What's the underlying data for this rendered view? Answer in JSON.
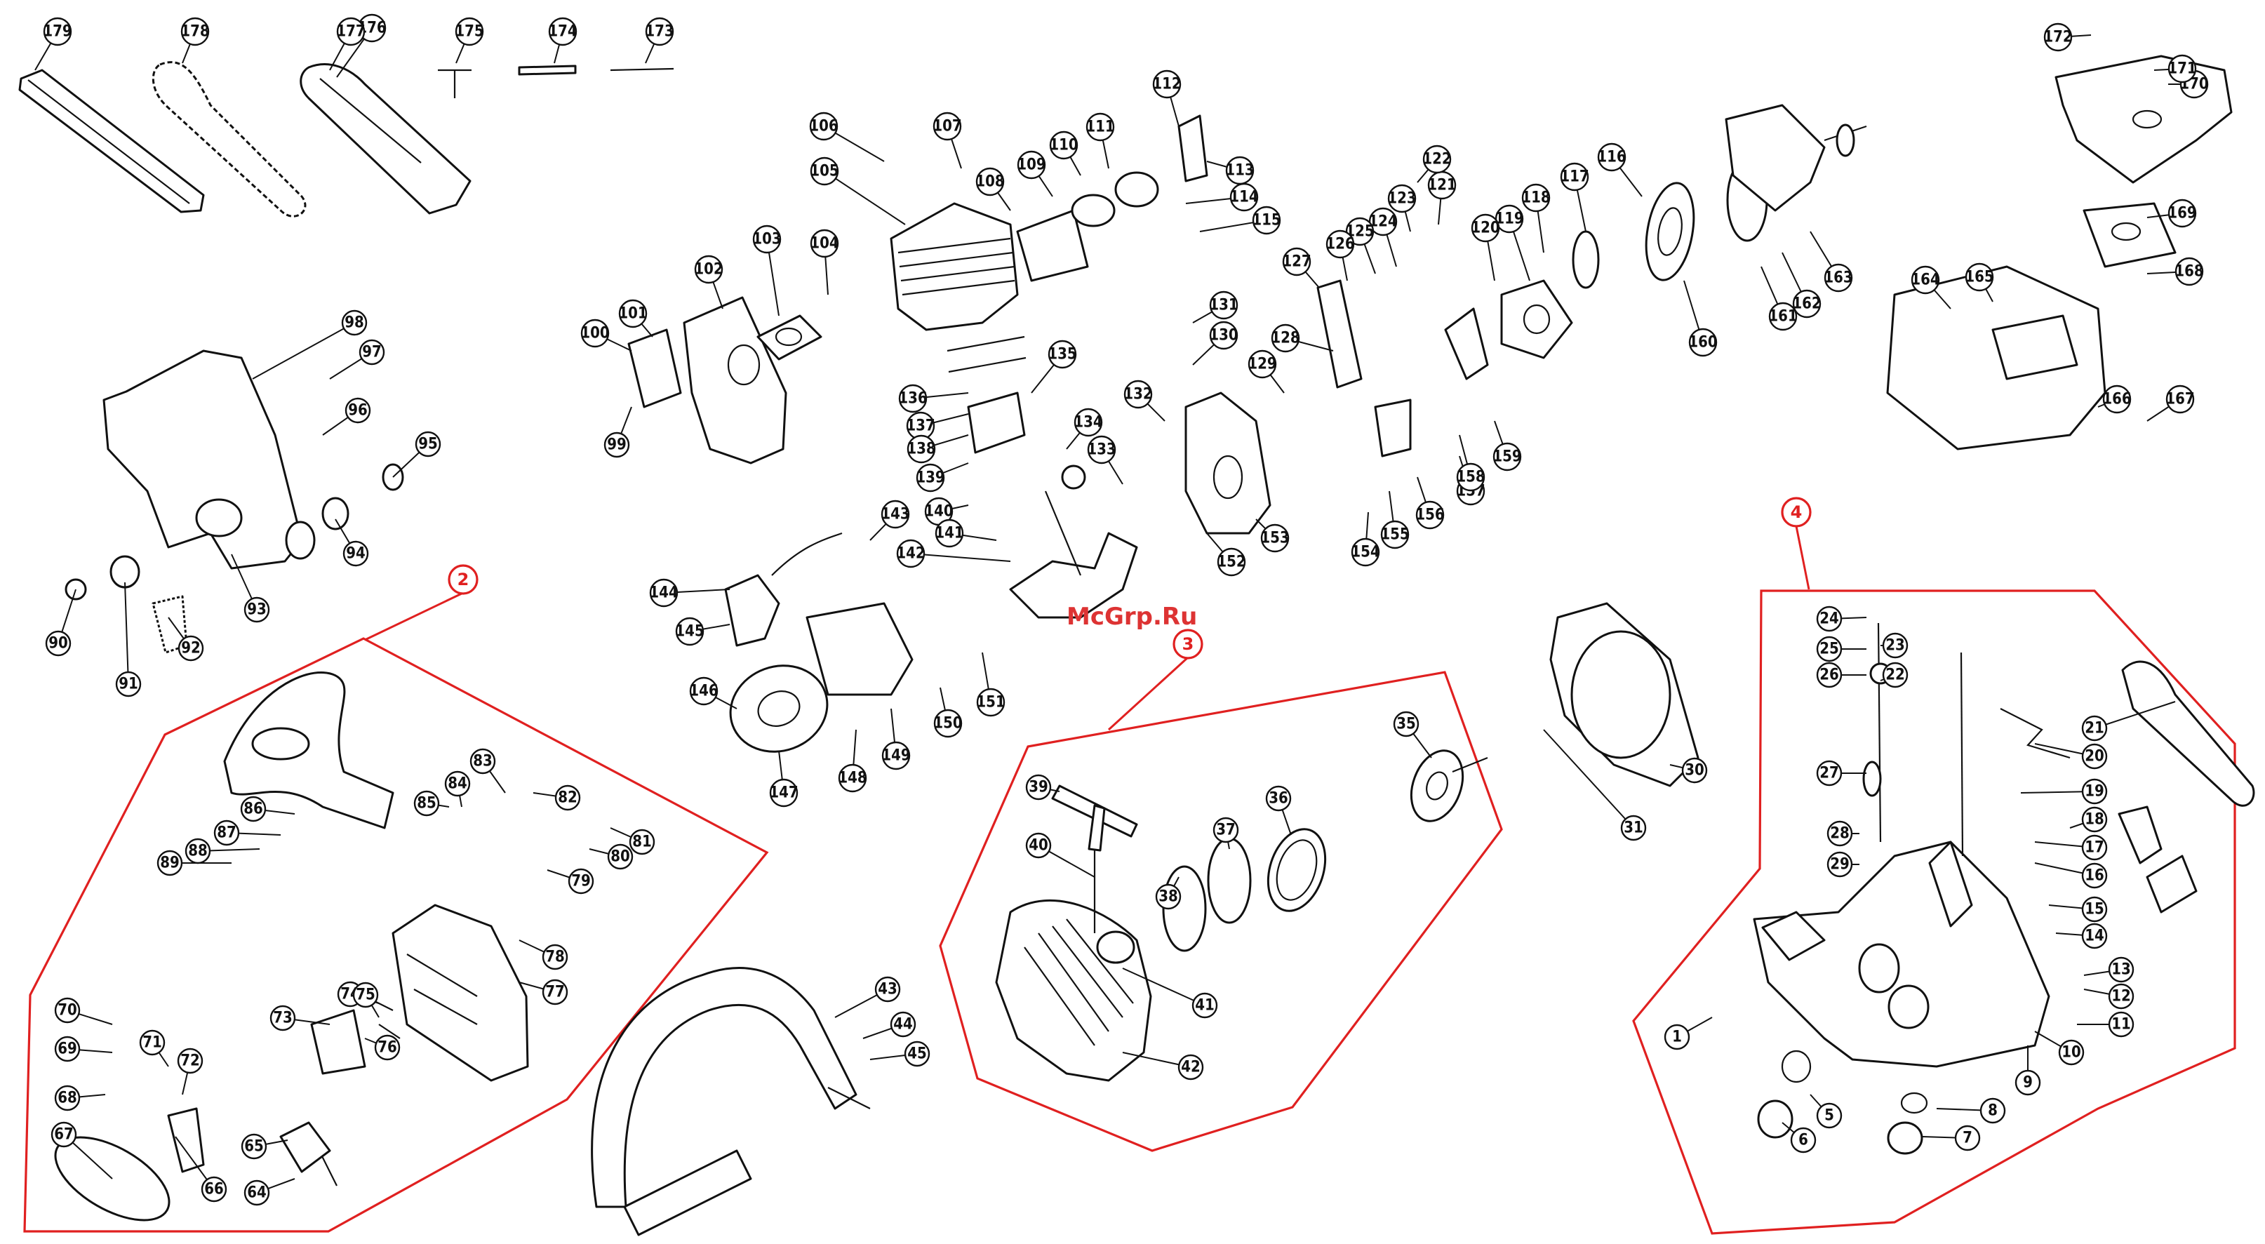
{
  "watermark": "McGrp.Ru",
  "groups": [
    "2",
    "3",
    "4"
  ],
  "part_labels": [
    "1",
    "5",
    "6",
    "7",
    "8",
    "9",
    "10",
    "11",
    "12",
    "13",
    "14",
    "15",
    "16",
    "17",
    "18",
    "19",
    "20",
    "21",
    "22",
    "23",
    "24",
    "25",
    "26",
    "27",
    "28",
    "29",
    "30",
    "31",
    "35",
    "36",
    "37",
    "38",
    "39",
    "40",
    "41",
    "42",
    "43",
    "44",
    "45",
    "64",
    "65",
    "66",
    "67",
    "68",
    "69",
    "70",
    "71",
    "72",
    "73",
    "74",
    "75",
    "76",
    "77",
    "78",
    "79",
    "80",
    "81",
    "82",
    "83",
    "84",
    "85",
    "86",
    "87",
    "88",
    "89",
    "90",
    "91",
    "92",
    "93",
    "94",
    "95",
    "96",
    "97",
    "98",
    "99",
    "100",
    "101",
    "102",
    "103",
    "104",
    "105",
    "106",
    "107",
    "108",
    "109",
    "110",
    "111",
    "112",
    "113",
    "114",
    "115",
    "116",
    "117",
    "118",
    "119",
    "120",
    "121",
    "122",
    "123",
    "124",
    "125",
    "126",
    "127",
    "128",
    "129",
    "130",
    "131",
    "132",
    "133",
    "134",
    "135",
    "136",
    "137",
    "138",
    "139",
    "140",
    "141",
    "142",
    "143",
    "144",
    "145",
    "146",
    "147",
    "148",
    "149",
    "150",
    "151",
    "152",
    "153",
    "154",
    "155",
    "156",
    "157",
    "158",
    "159",
    "160",
    "161",
    "162",
    "163",
    "164",
    "165",
    "166",
    "167",
    "168",
    "169",
    "170",
    "171",
    "172",
    "173",
    "174",
    "175",
    "176",
    "177",
    "178",
    "179"
  ]
}
